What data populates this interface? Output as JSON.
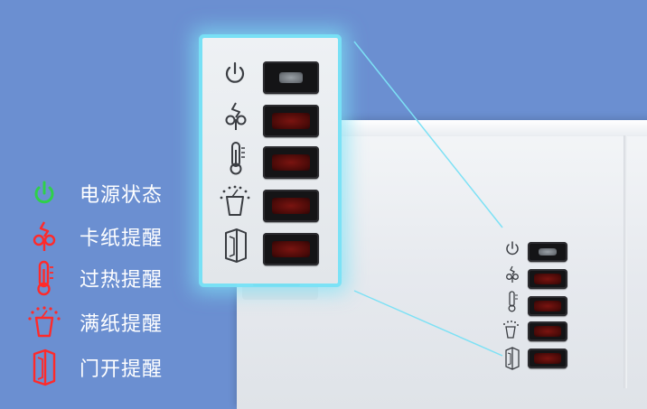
{
  "legend": {
    "items": [
      {
        "key": "power",
        "label": "电源状态",
        "icon": "power-icon",
        "color": "#2fd04a"
      },
      {
        "key": "jam",
        "label": "卡纸提醒",
        "icon": "paper-jam-icon",
        "color": "#ff2a2a"
      },
      {
        "key": "heat",
        "label": "过热提醒",
        "icon": "thermometer-icon",
        "color": "#ff2a2a"
      },
      {
        "key": "full",
        "label": "满纸提醒",
        "icon": "paper-bin-full-icon",
        "color": "#ff2a2a"
      },
      {
        "key": "door",
        "label": "门开提醒",
        "icon": "door-open-icon",
        "color": "#ff2a2a"
      }
    ]
  },
  "panel": {
    "indicators": [
      {
        "key": "power",
        "icon": "power-icon",
        "lens_color": "#8c9197"
      },
      {
        "key": "jam",
        "icon": "paper-jam-icon",
        "lens_color": "#6a120e"
      },
      {
        "key": "heat",
        "icon": "thermometer-icon",
        "lens_color": "#6a120e"
      },
      {
        "key": "full",
        "icon": "paper-bin-full-icon",
        "lens_color": "#6a120e"
      },
      {
        "key": "door",
        "icon": "door-open-icon",
        "lens_color": "#6a120e"
      }
    ],
    "icon_color": "#3a3d42"
  },
  "colors": {
    "background": "#6b8fd1",
    "highlight": "#7de1f5",
    "leader_line": "#7de1f5"
  }
}
